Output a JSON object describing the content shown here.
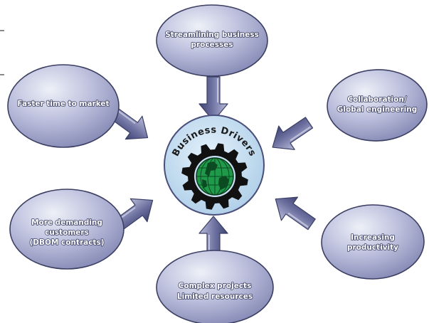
{
  "center": {
    "title": "Business Drivers",
    "icon": "globe-gear-icon"
  },
  "drivers": [
    {
      "lines": [
        "Streamlining business",
        "processes"
      ]
    },
    {
      "lines": [
        "Collaboration/",
        "Global engineering"
      ]
    },
    {
      "lines": [
        "Increasing",
        "productivity"
      ]
    },
    {
      "lines": [
        "Complex projects",
        "Limited resources"
      ]
    },
    {
      "lines": [
        "More demanding",
        "customers",
        "(DBOM contracts)"
      ]
    },
    {
      "lines": [
        "Faster time to market"
      ]
    }
  ],
  "colors": {
    "ellipse_light": "#e8e9f4",
    "ellipse_dark": "#8f93bd",
    "ellipse_stroke": "#3c3f62",
    "arrow_light": "#b4b7d6",
    "arrow_dark": "#4f5383",
    "center_fill": "#c9e1f3",
    "gear": "#111111",
    "globe": "#1f9a4a"
  }
}
